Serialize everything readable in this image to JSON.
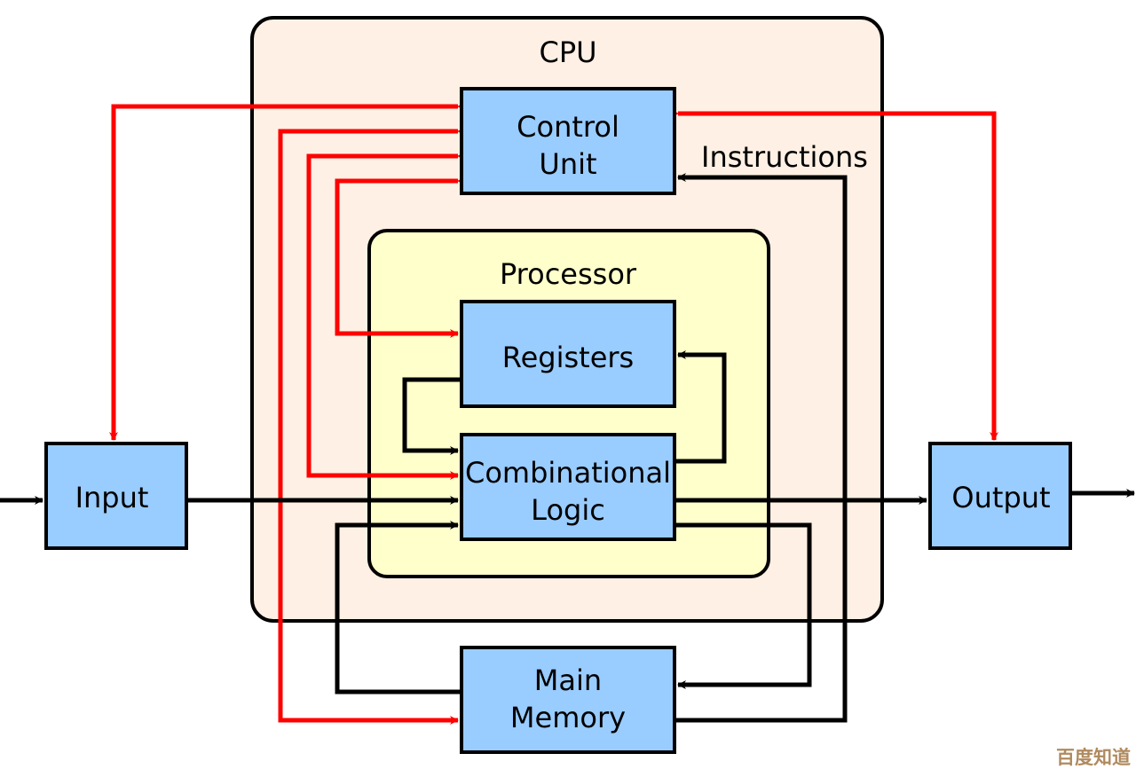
{
  "diagram": {
    "title": "CPU block diagram",
    "containers": {
      "cpu": {
        "label": "CPU",
        "fill": "#fef0e4"
      },
      "processor": {
        "label": "Processor",
        "fill": "#ffffcc"
      }
    },
    "blocks": {
      "control_unit": [
        "Control",
        "Unit"
      ],
      "registers": "Registers",
      "combinational_logic": [
        "Combinational",
        "Logic"
      ],
      "main_memory": [
        "Main",
        "Memory"
      ],
      "input": "Input",
      "output": "Output"
    },
    "annotations": {
      "instructions": "Instructions"
    },
    "colors": {
      "block_fill": "#99ccff",
      "control_signal": "#ff0000",
      "data_flow": "#000000"
    },
    "connections": [
      {
        "from": "Control Unit",
        "to": "Input",
        "type": "control"
      },
      {
        "from": "Control Unit",
        "to": "Main Memory",
        "type": "control"
      },
      {
        "from": "Control Unit",
        "to": "Combinational Logic",
        "type": "control"
      },
      {
        "from": "Control Unit",
        "to": "Registers",
        "type": "control"
      },
      {
        "from": "Control Unit",
        "to": "Output",
        "type": "control"
      },
      {
        "from": "Main Memory",
        "to": "Control Unit",
        "type": "data",
        "label": "Instructions"
      },
      {
        "from": "Registers",
        "to": "Combinational Logic",
        "type": "data"
      },
      {
        "from": "Combinational Logic",
        "to": "Registers",
        "type": "data"
      },
      {
        "from": "Input",
        "to": "Combinational Logic",
        "type": "data"
      },
      {
        "from": "Combinational Logic",
        "to": "Output",
        "type": "data"
      },
      {
        "from": "Main Memory",
        "to": "Combinational Logic",
        "type": "data"
      },
      {
        "from": "Combinational Logic",
        "to": "Main Memory",
        "type": "data"
      }
    ]
  },
  "watermark": "百度知道"
}
